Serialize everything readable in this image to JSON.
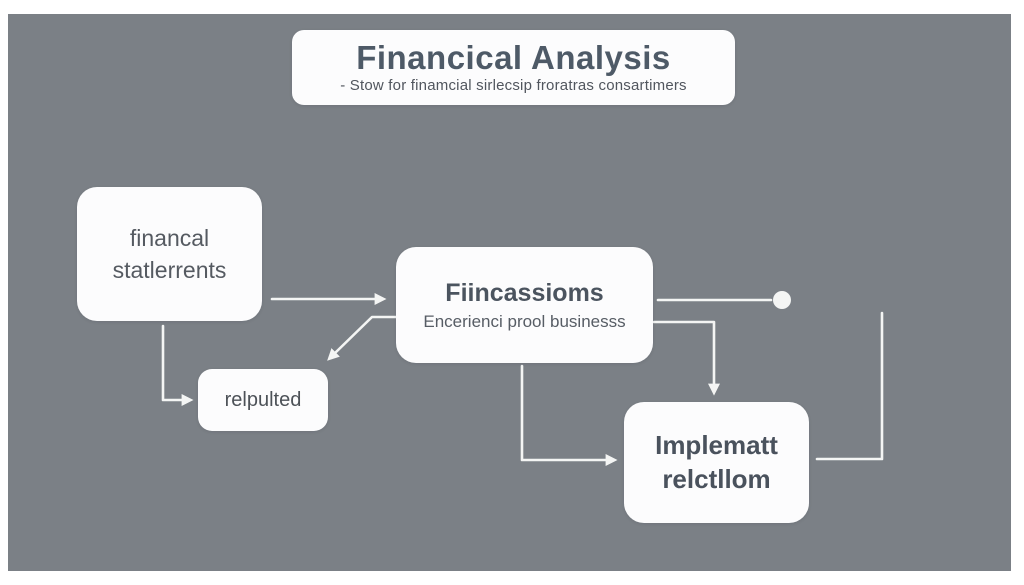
{
  "header": {
    "title": "Financical Analysis",
    "subtitle": "- Stow for finamcial sirlecsip froratras consartimers"
  },
  "nodes": {
    "statements": {
      "line1": "financal",
      "line2": "statlerrents"
    },
    "fincassioms": {
      "title": "Fiincassioms",
      "subtitle": "Encerienci prool businesss"
    },
    "relpulted": {
      "label": "relpulted"
    },
    "implematt": {
      "line1": "Implematt",
      "line2": "relctllom"
    }
  },
  "colors": {
    "canvas_background": "#7b8086",
    "node_background": "#fcfcfd",
    "connector_line": "#f4f5f4",
    "heading_text": "#4e5a67",
    "body_text": "#555a61"
  }
}
